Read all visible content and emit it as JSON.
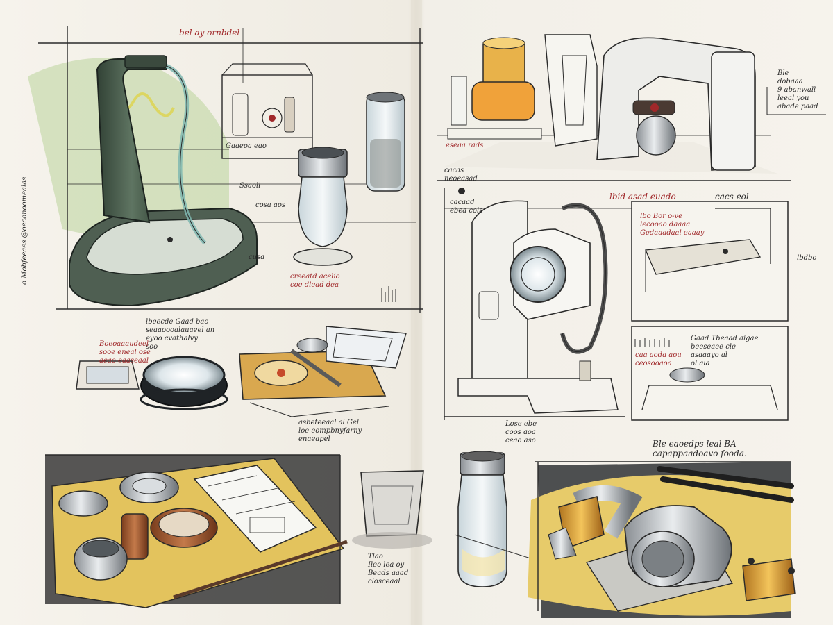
{
  "colors": {
    "paper": "#f4f1ea",
    "ink": "#2a2a2a",
    "red_ink": "#a0282a",
    "green_wash": "#b9d39b",
    "yellow_wash": "#e9c95a",
    "dark_wash": "#3a3a3a"
  },
  "notes": {
    "top_left_title": "bel ay ornbdel",
    "left_vertical": "o Mobfeeaes @oeconoomealas",
    "tl_label_1": "Gaaeoa eao",
    "tl_label_2": "Ssaoli",
    "tl_label_3": "cosa aos",
    "tl_label_4": "cusa",
    "tl_red_1": "creeatd acelio\ncoe dlead dea",
    "tr_label_1": "eseaa rads",
    "tr_label_2": "cacas\nneoeasad",
    "tr_side": "Ble\ndobaaa\n9 abanwall\nleeal you\nabade paad",
    "mid_left_heading": "lbeecde Gaad bao\nseaaoooalauaeel an\neyoo cvathalvy\nsoo",
    "mid_left_red": "Boeoaaaudeel\nsooe eneal ose\naeao eaaseaal",
    "mid_right_title": "lbid asad euado",
    "mid_right_code": "cacs eol",
    "mid_right_red": "lbo Bor o-ve\nlecooao daaaa\nGedaaadaal eaaay",
    "mid_right_side": "lbdbo",
    "mid_right_label_1": "Gaad Tbeaad aigae\nbeeseaee cle\nasaaayo al\nol ala",
    "mid_right_red_2": "caa aoda aou\nceosooaoa",
    "mid_right_small": "cacaad\nebea cols",
    "center_label": "asbeteeaal al Gel\nloe eompbnyfarny\nenaeapel",
    "center_right_label": "Lose ebe\ncoos aoa\nceao aso",
    "bottom_center_label": "Tlao\nIleo lea oy\nBeads aaad\nclosceaal",
    "bottom_right_heading": "Ble eaoedps leal BA\ncapappaadoavo fooda."
  }
}
